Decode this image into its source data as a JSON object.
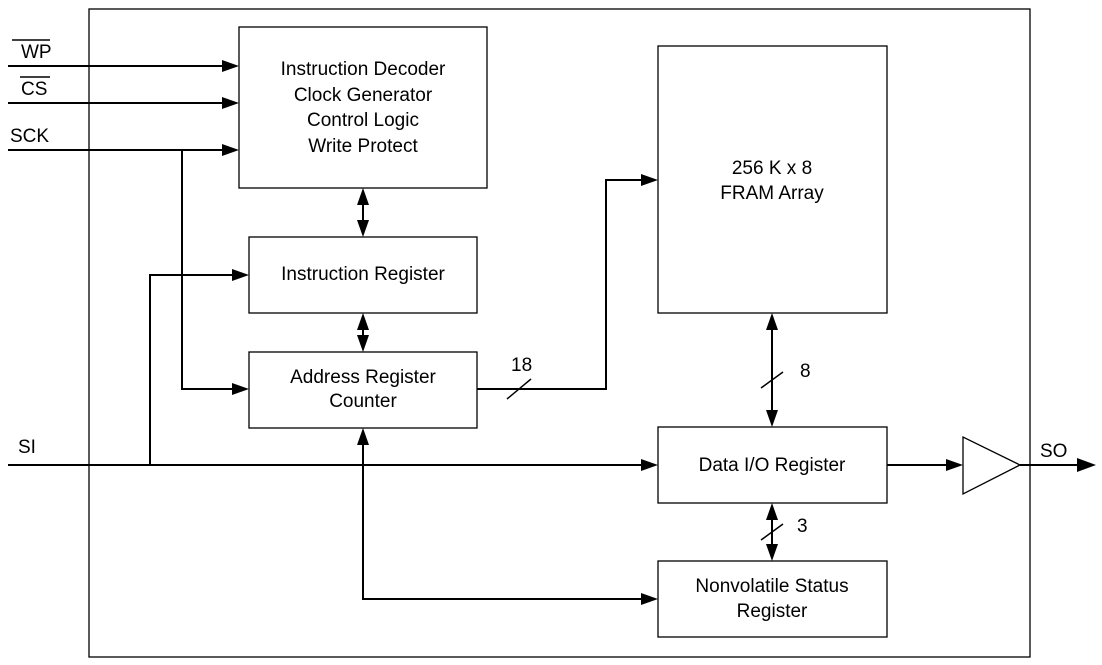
{
  "signals": {
    "wp": "WP",
    "cs": "CS",
    "sck": "SCK",
    "si": "SI",
    "so": "SO"
  },
  "blocks": {
    "control": [
      "Instruction Decoder",
      "Clock Generator",
      "Control Logic",
      "Write Protect"
    ],
    "instruction_register": [
      "Instruction Register"
    ],
    "address_register": [
      "Address Register",
      "Counter"
    ],
    "fram_array": [
      "256 K x 8",
      "FRAM Array"
    ],
    "data_io": [
      "Data I/O Register"
    ],
    "status_register": [
      "Nonvolatile Status",
      "Register"
    ]
  },
  "bus_widths": {
    "address": "18",
    "data": "8",
    "status": "3"
  }
}
